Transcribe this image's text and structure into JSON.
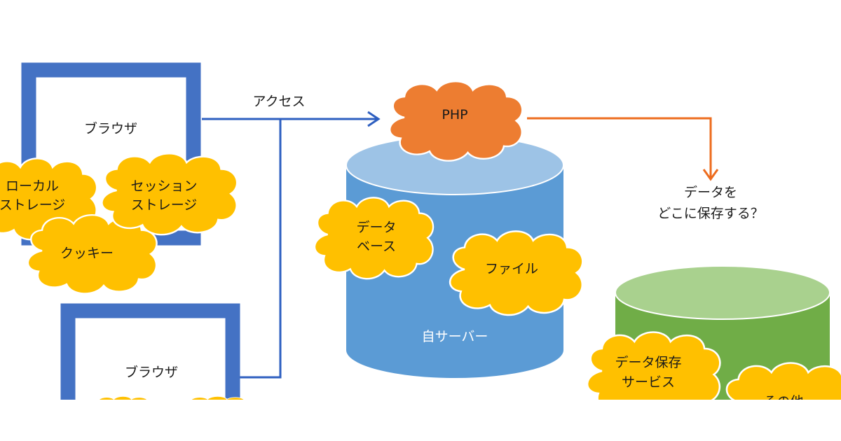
{
  "diagram": {
    "colors": {
      "browser_border": "#4472c4",
      "arrow_blue": "#2e5fc0",
      "arrow_orange": "#ed6c1e",
      "cloud_yellow": "#ffc000",
      "cloud_orange": "#ed7d31",
      "server_side": "#5b9bd5",
      "server_top": "#9dc3e6",
      "external_side": "#70ad47",
      "external_top": "#a9d18e"
    },
    "browser_top": {
      "label": "ブラウザ",
      "storages": [
        {
          "id": "local-storage",
          "lines": [
            "ローカル",
            "ストレージ"
          ]
        },
        {
          "id": "session-storage",
          "lines": [
            "セッション",
            "ストレージ"
          ]
        },
        {
          "id": "cookie",
          "lines": [
            "クッキー"
          ]
        }
      ]
    },
    "browser_bottom": {
      "label": "ブラウザ"
    },
    "access_arrow": {
      "label": "アクセス"
    },
    "php": {
      "label": "PHP"
    },
    "own_server": {
      "label": "自サーバー",
      "storages": [
        {
          "id": "database",
          "lines": [
            "データ",
            "ベース"
          ]
        },
        {
          "id": "file",
          "lines": [
            "ファイル"
          ]
        }
      ]
    },
    "question": {
      "lines": [
        "データを",
        "どこに保存する？"
      ]
    },
    "external": {
      "storages": [
        {
          "id": "data-storage-service",
          "lines": [
            "データ保存",
            "サービス"
          ]
        },
        {
          "id": "other",
          "lines": [
            "その他"
          ]
        }
      ]
    }
  }
}
